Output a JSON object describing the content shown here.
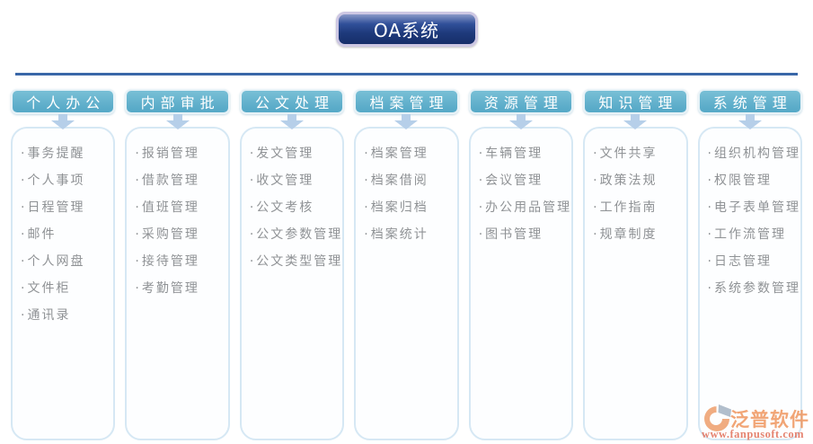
{
  "title": "OA系统",
  "watermark": {
    "brand": "泛普软件",
    "url": "www.fanpusoft.com"
  },
  "colors": {
    "banner-bg": "#1e3a7c",
    "banner-border": "#cdc7e3",
    "divider": "#3a67a8",
    "header-bg": "#58aac8",
    "header-bg-light": "#79c0d6",
    "arrow": "#b6cfe9",
    "box-border": "#d6e8f4",
    "item-text": "#8f9295",
    "brand-orange": "#ef9054",
    "brand-red": "#e0664e"
  },
  "columns": [
    {
      "header": "个人办公",
      "items": [
        "事务提醒",
        "个人事项",
        "日程管理",
        "邮件",
        "个人网盘",
        "文件柜",
        "通讯录"
      ]
    },
    {
      "header": "内部审批",
      "items": [
        "报销管理",
        "借款管理",
        "值班管理",
        "采购管理",
        "接待管理",
        "考勤管理"
      ]
    },
    {
      "header": "公文处理",
      "items": [
        "发文管理",
        "收文管理",
        "公文考核",
        "公文参数管理",
        "公文类型管理"
      ]
    },
    {
      "header": "档案管理",
      "items": [
        "档案管理",
        "档案借阅",
        "档案归档",
        "档案统计"
      ]
    },
    {
      "header": "资源管理",
      "items": [
        "车辆管理",
        "会议管理",
        "办公用品管理",
        "图书管理"
      ]
    },
    {
      "header": "知识管理",
      "items": [
        "文件共享",
        "政策法规",
        "工作指南",
        "规章制度"
      ]
    },
    {
      "header": "系统管理",
      "items": [
        "组织机构管理",
        "权限管理",
        "电子表单管理",
        "工作流管理",
        "日志管理",
        "系统参数管理"
      ]
    }
  ]
}
